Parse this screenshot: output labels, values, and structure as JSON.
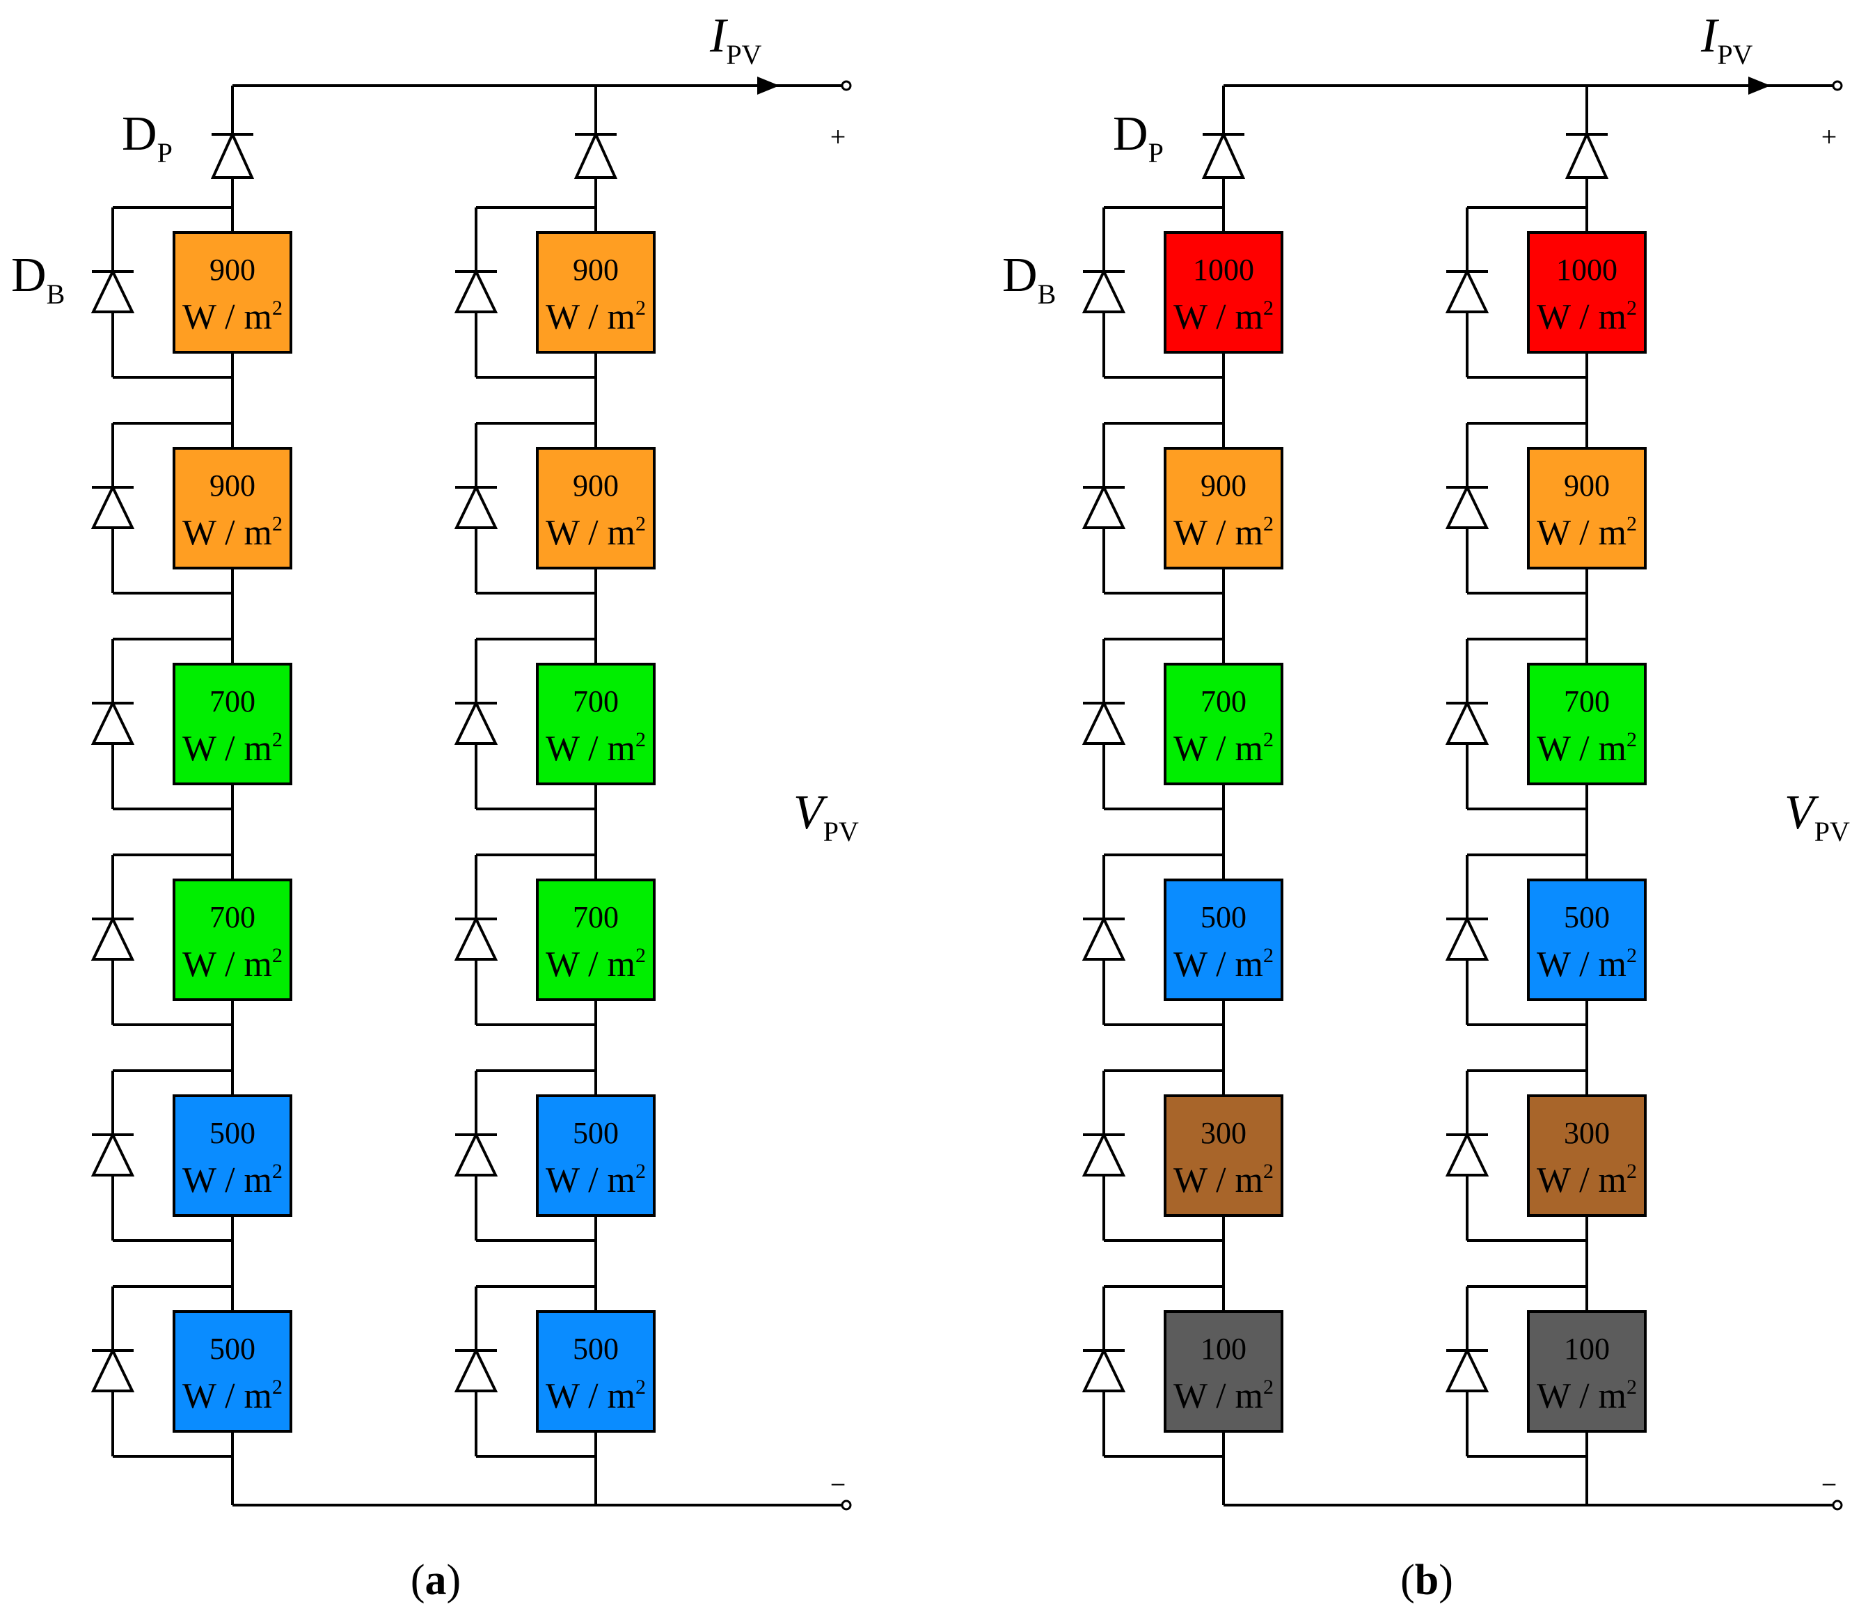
{
  "colors": {
    "1000": "#ff0000",
    "900": "#ff9e22",
    "700": "#00ee00",
    "500": "#0a8cff",
    "300": "#a8652a",
    "100": "#5c5c5c"
  },
  "labels": {
    "current_main": "I",
    "current_sub": "PV",
    "voltage_main": "V",
    "voltage_sub": "PV",
    "dp_main": "D",
    "dp_sub": "P",
    "db_main": "D",
    "db_sub": "B",
    "plus": "+",
    "minus": "−",
    "unit_text": "W / m",
    "unit_sup": "2"
  },
  "diagrams": [
    {
      "caption_letter": "a",
      "strings": [
        {
          "panels": [
            "900",
            "900",
            "700",
            "700",
            "500",
            "500"
          ]
        },
        {
          "panels": [
            "900",
            "900",
            "700",
            "700",
            "500",
            "500"
          ]
        }
      ]
    },
    {
      "caption_letter": "b",
      "strings": [
        {
          "panels": [
            "1000",
            "900",
            "700",
            "500",
            "300",
            "100"
          ]
        },
        {
          "panels": [
            "1000",
            "900",
            "700",
            "500",
            "300",
            "100"
          ]
        }
      ]
    }
  ]
}
